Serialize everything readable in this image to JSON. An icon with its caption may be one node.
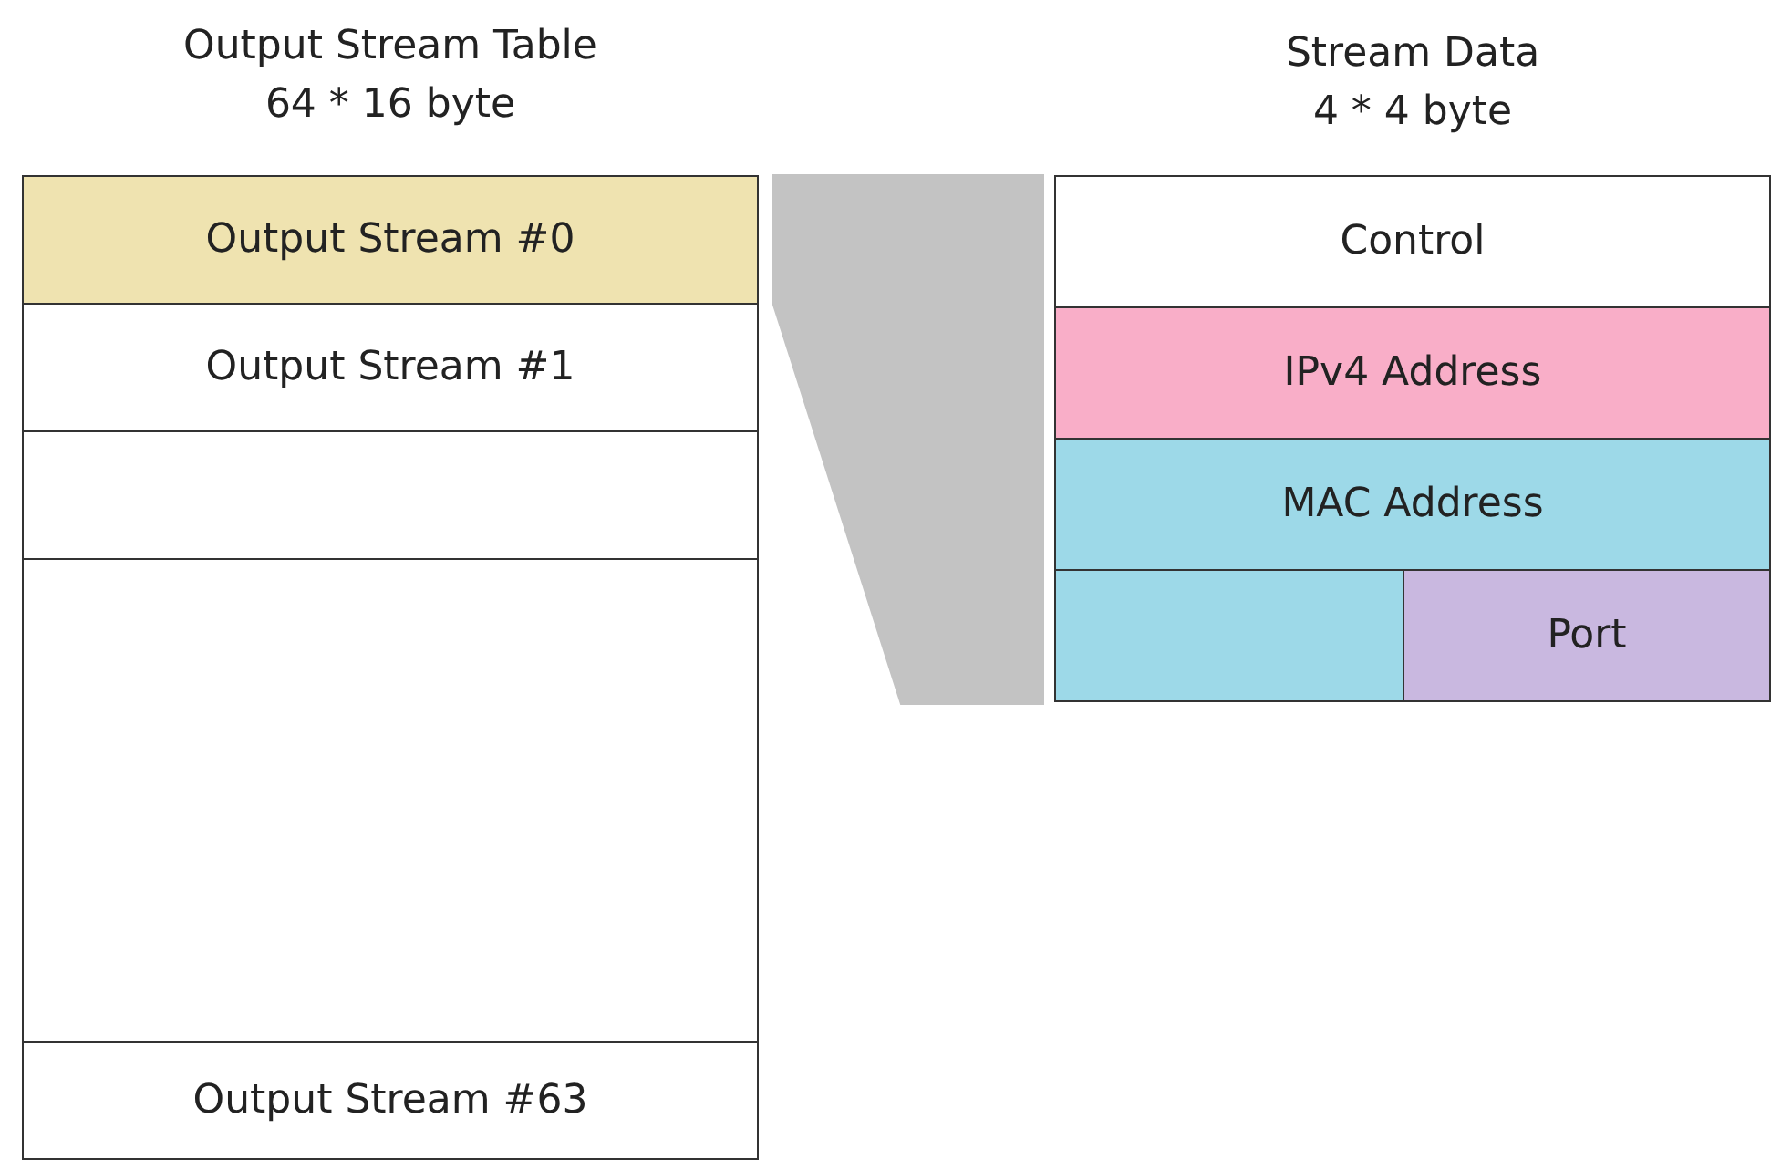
{
  "diagram": {
    "nodes": [
      {
        "text": [
          "Output Stream Table",
          "64 * 16 byte"
        ]
      },
      {
        "text": [
          "Output Stream #0"
        ],
        "in": 0
      },
      {
        "text": [
          "Output Stream #1"
        ],
        "in": 0
      },
      {
        "text": [],
        "shape": "box",
        "in": 0
      },
      {
        "text": [],
        "shape": "box",
        "in": 0
      },
      {
        "text": [
          "Output Stream #63"
        ],
        "in": 0
      },
      {
        "text": [
          "Stream Data",
          "4 * 4 byte"
        ]
      },
      {
        "text": [
          "Control"
        ],
        "in": 6
      },
      {
        "text": [
          "IPv4 Address"
        ],
        "in": 6
      },
      {
        "text": [
          "MAC Address"
        ],
        "in": 6
      },
      {
        "text": [],
        "shape": "box",
        "in": 6
      },
      {
        "text": [
          "Port"
        ],
        "in": 6
      }
    ],
    "edges": [
      {
        "from": 1,
        "to": 6,
        "arrow": "none"
      }
    ]
  }
}
